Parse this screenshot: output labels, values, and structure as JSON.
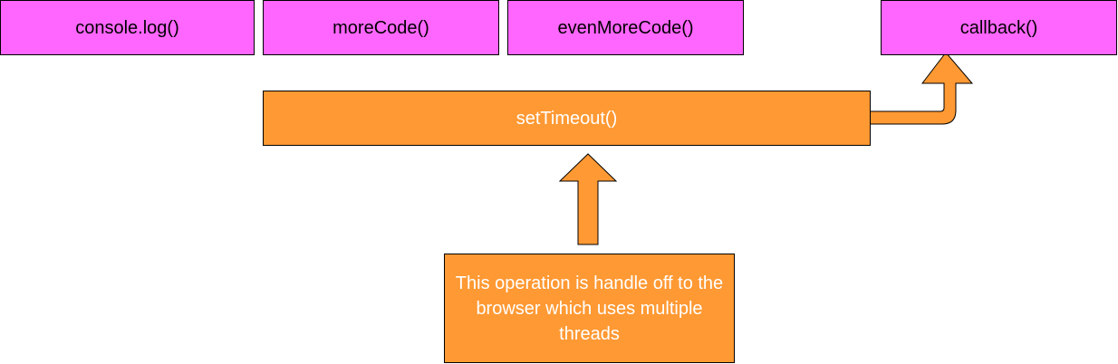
{
  "colors": {
    "function_box_fill": "#ff66ff",
    "async_box_fill": "#ff9933",
    "stroke": "#000000"
  },
  "call_stack": [
    {
      "label": "console.log()"
    },
    {
      "label": "moreCode()"
    },
    {
      "label": "evenMoreCode()"
    }
  ],
  "callback": {
    "label": "callback()"
  },
  "timer": {
    "label": "setTimeout()"
  },
  "note": {
    "text": "This operation is handle off to the browser which uses multiple threads"
  },
  "connectors": [
    {
      "from": "note",
      "to": "timer",
      "style": "block-arrow-up"
    },
    {
      "from": "timer",
      "to": "callback",
      "style": "bent-block-arrow"
    }
  ]
}
